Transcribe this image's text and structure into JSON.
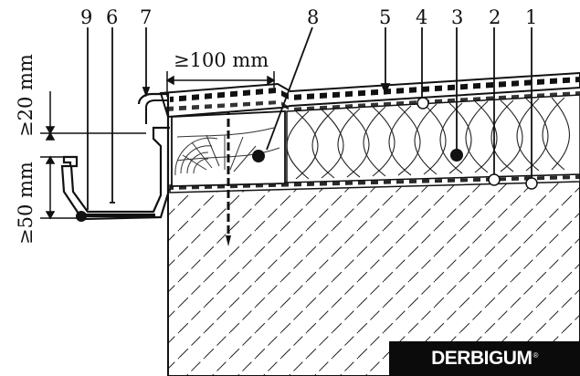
{
  "callouts": [
    "9",
    "6",
    "7",
    "8",
    "5",
    "4",
    "3",
    "2",
    "1"
  ],
  "dimensions": {
    "overlap": "≥100 mm",
    "upstand_top": "≥20 mm",
    "upstand_bottom": "≥50 mm"
  },
  "brand": {
    "name": "DERBIGUM",
    "mark": "®"
  }
}
